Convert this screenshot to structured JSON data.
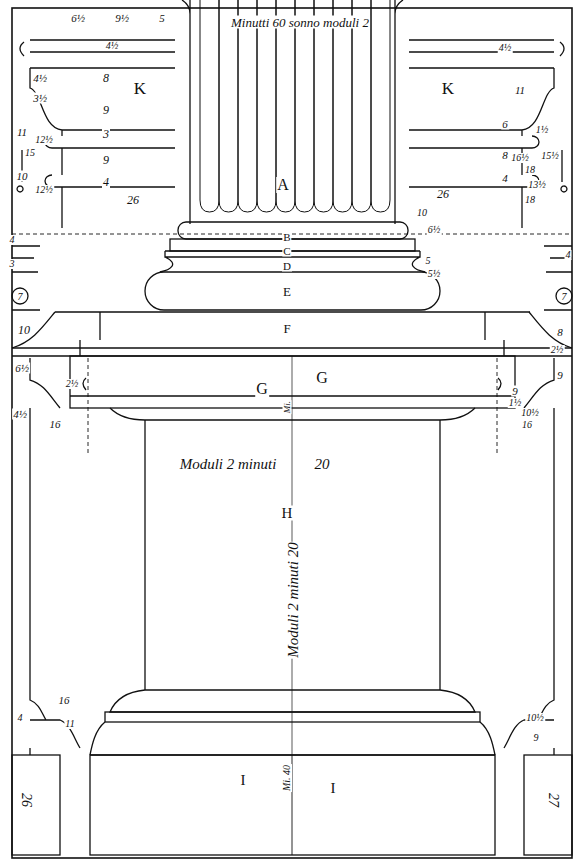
{
  "diagram": {
    "labels": [
      "6½",
      "9½",
      "5",
      "Minutti 60 sonno moduli 2",
      "4½",
      "4½",
      "3½",
      "8",
      "K",
      "9",
      "3",
      "9",
      "11",
      "12½",
      "15",
      "4",
      "10",
      "12½",
      "26",
      "K",
      "4½",
      "11",
      "6",
      "1½",
      "8",
      "16½",
      "15½",
      "18",
      "4",
      "13½",
      "18",
      "26",
      "10",
      "A",
      "B",
      "C",
      "D",
      "E",
      "F",
      "6½",
      "5",
      "5½",
      "4",
      "3",
      "7",
      "4",
      "7",
      "10",
      "8",
      "6½",
      "2½",
      "G",
      "G",
      "2½",
      "9",
      "9",
      "1½",
      "10½",
      "16",
      "4½",
      "16",
      "Mi.",
      "Moduli 2 minuti",
      "20",
      "H",
      "Moduli 2 minuti 20",
      "16",
      "11",
      "4",
      "10½",
      "9",
      "I",
      "I",
      "Mi. 40",
      "26",
      "27"
    ]
  }
}
